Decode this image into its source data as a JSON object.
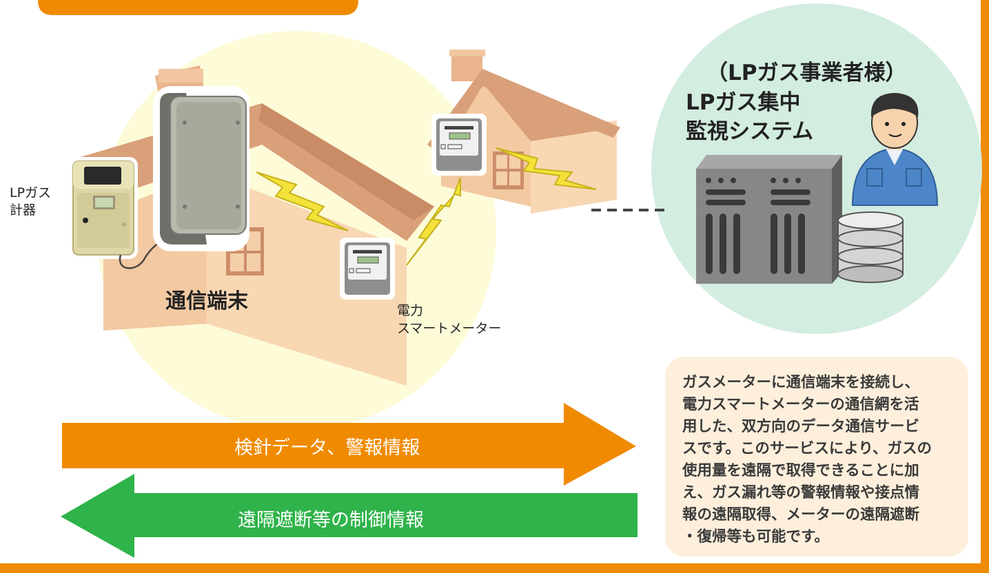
{
  "labels": {
    "gas_meter_line1": "LPガス",
    "gas_meter_line2": "計器",
    "terminal": "通信端末",
    "power_meter_line1": "電力",
    "power_meter_line2": "スマートメーター",
    "operator": "（LPガス事業者様）",
    "system_line1": "LPガス集中",
    "system_line2": "監視システム"
  },
  "arrows": {
    "to_right": "検針データ、警報情報",
    "to_left": "遠隔遮断等の制御情報"
  },
  "description": {
    "lines": [
      "ガスメーターに通信端末を接続し、",
      "電力スマートメーターの通信網を活",
      "用した、双方向のデータ通信サービ",
      "スです。このサービスにより、ガスの",
      "使用量を遠隔で取得できることに加",
      "え、ガス漏れ等の警報情報や接点情",
      "報の遠隔取得、メーターの遠隔遮断",
      "・復帰等も可能です。"
    ]
  },
  "colors": {
    "orange": "#f08a00",
    "green": "#2fb34a",
    "yellow_glow": "#fdfbd8",
    "mint": "#d3ede0",
    "note_bg": "#fdefdc",
    "house_wall": "#f8d7b3",
    "roof": "#d9a07a",
    "bolt": "#f4e23a"
  },
  "icons": [
    "lp-gas-meter-icon",
    "communication-terminal-icon",
    "house-icon",
    "smart-meter-icon",
    "lightning-icon",
    "server-icon",
    "database-icon",
    "operator-person-icon"
  ]
}
